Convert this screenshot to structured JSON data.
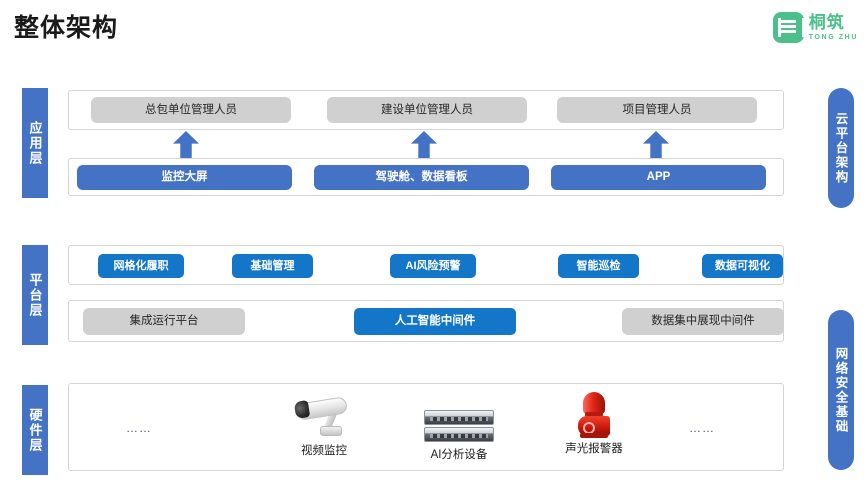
{
  "header": {
    "title": "整体架构",
    "logo": {
      "icon": "tongzhu-logo-icon",
      "cn": "桐筑",
      "en": "TONG ZHU",
      "color": "#4cc08a"
    }
  },
  "colors": {
    "primary_blue": "#4472C4",
    "accent_blue": "#1476C8",
    "gray_box": "#d0d0d0",
    "panel_border": "#d4d4d4",
    "logo_green": "#4cc08a",
    "alarm_red": "#d2190c"
  },
  "left_labels": [
    {
      "name": "application-layer",
      "text": "应用层"
    },
    {
      "name": "platform-layer",
      "text": "平台层"
    },
    {
      "name": "hardware-layer",
      "text": "硬件层"
    }
  ],
  "right_labels": [
    {
      "name": "cloud-platform-architecture",
      "text": "云平台架构"
    },
    {
      "name": "network-security-foundation",
      "text": "网络安全基础"
    }
  ],
  "application_layer": {
    "roles_row": [
      {
        "label": "总包单位管理人员",
        "style": "gray"
      },
      {
        "label": "建设单位管理人员",
        "style": "gray"
      },
      {
        "label": "项目管理人员",
        "style": "gray"
      }
    ],
    "arrows": [
      {
        "name": "arrow-up-left",
        "direction": "up"
      },
      {
        "name": "arrow-up-center",
        "direction": "up"
      },
      {
        "name": "arrow-up-right",
        "direction": "up"
      }
    ],
    "entries_row": [
      {
        "label": "监控大屏",
        "style": "blue"
      },
      {
        "label": "驾驶舱、数据看板",
        "style": "blue"
      },
      {
        "label": "APP",
        "style": "blue"
      }
    ]
  },
  "platform_layer": {
    "capability_pills": [
      {
        "label": "网格化履职",
        "style": "blue2"
      },
      {
        "label": "基础管理",
        "style": "blue2"
      },
      {
        "label": "AI风险预警",
        "style": "blue2"
      },
      {
        "label": "智能巡检",
        "style": "blue2"
      },
      {
        "label": "数据可视化",
        "style": "blue2"
      }
    ],
    "middleware_row": [
      {
        "label": "集成运行平台",
        "style": "gray"
      },
      {
        "label": "人工智能中间件",
        "style": "blue2"
      },
      {
        "label": "数据集中展现中间件",
        "style": "gray"
      }
    ]
  },
  "hardware_layer": {
    "leading_ellipsis": "……",
    "trailing_ellipsis": "……",
    "devices": [
      {
        "icon": "camera-icon",
        "label": "视频监控"
      },
      {
        "icon": "server-icon",
        "label": "AI分析设备"
      },
      {
        "icon": "alarm-siren-icon",
        "label": "声光报警器"
      }
    ]
  }
}
